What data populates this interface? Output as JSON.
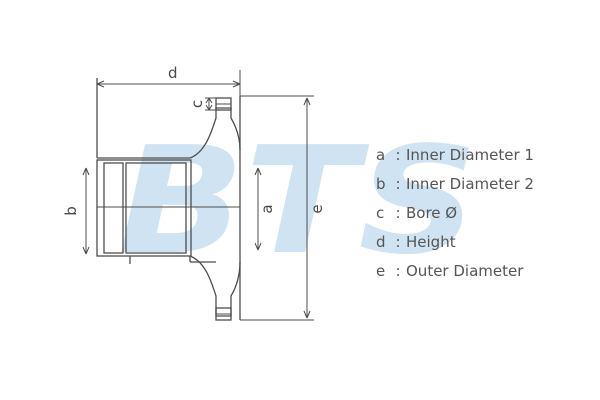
{
  "watermark": {
    "text": "BTS",
    "color": "#cfe3f3"
  },
  "colors": {
    "line": "#4d4d4d",
    "text": "#555555"
  },
  "dimensions": [
    {
      "key": "a",
      "sep": ":",
      "label": "Inner Diameter 1"
    },
    {
      "key": "b",
      "sep": ":",
      "label": "Inner Diameter 2"
    },
    {
      "key": "c",
      "sep": ":",
      "label": "Bore Ø"
    },
    {
      "key": "d",
      "sep": ":",
      "label": "Height"
    },
    {
      "key": "e",
      "sep": ":",
      "label": "Outer Diameter"
    }
  ]
}
